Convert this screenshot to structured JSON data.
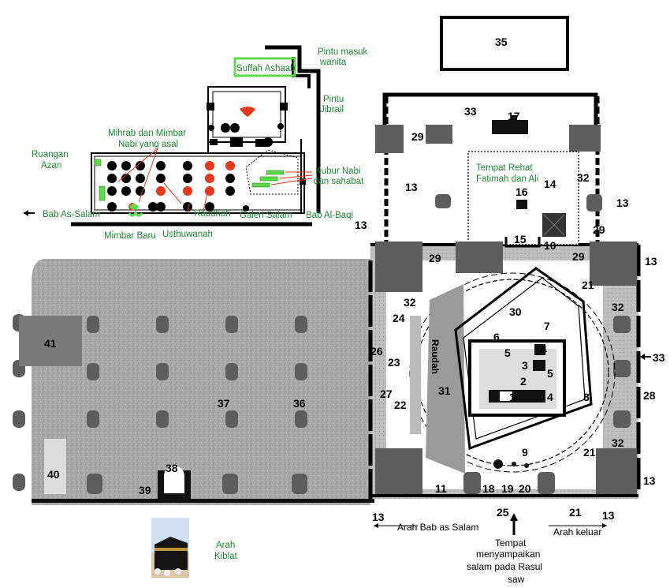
{
  "labels": {
    "pintu_masuk_wanita": [
      "Pintu masuk",
      "wanita"
    ],
    "suffah_ashaab": "Suffah Ashaab",
    "pintu_jibrail": [
      "Pintu",
      "Jibrail"
    ],
    "mihrab_mimbar": [
      "Mihrab dan Mimbar",
      "Nabi yang asal"
    ],
    "ruangan_azan": [
      "Ruangan",
      "Azan"
    ],
    "kubur_nabi": [
      "Kubur Nabi",
      "dan sahabat"
    ],
    "bab_as_salam": "Bab As-Salam",
    "raudhah": "Raudhah",
    "galeri_salam": "Galeri Salam",
    "bab_al_baqi": "Bab Al-Baqi",
    "mimbar_baru": "Mimbar Baru",
    "usthuwanah": "Usthuwanah",
    "tempat_rehat": [
      "Tempat Rehat",
      "Fatimah dan Ali"
    ],
    "raudah_vertical": "Raudah",
    "arah_kiblat": [
      "Arah",
      "Kiblat"
    ],
    "arah_bab_as_salam": "Arah Bab as Salam",
    "arah_keluar": "Arah keluar",
    "tempat_menyampaikan": [
      "Tempat",
      "menyampaikan",
      "salam pada Rasul",
      "saw"
    ]
  },
  "numbers": {
    "n35": "35",
    "n33a": "33",
    "n17": "17",
    "n29a": "29",
    "n32a": "32",
    "n13a": "13",
    "n14": "14",
    "n16": "16",
    "n13b": "13",
    "n13c": "13",
    "n29b": "29",
    "n15": "15",
    "n10": "10",
    "n29c": "29",
    "n29d": "29",
    "n13d": "13",
    "n21a": "21",
    "n32b": "32",
    "n24": "24",
    "n30": "30",
    "n7": "7",
    "n6": "6",
    "n5a": "5",
    "n4a": "4",
    "n3": "3",
    "n2": "2",
    "n5b": "5",
    "n1": "1",
    "n4b": "4",
    "n8": "8",
    "n26": "26",
    "n23": "23",
    "n33b": "33",
    "n31": "31",
    "n27": "27",
    "n22": "22",
    "n28": "28",
    "n32c": "32",
    "n9": "9",
    "n21b": "21",
    "n41": "41",
    "n37": "37",
    "n36": "36",
    "n40": "40",
    "n38": "38",
    "n39": "39",
    "n11": "11",
    "n18": "18",
    "n19": "19",
    "n20": "20",
    "n13e": "13",
    "n25": "25",
    "n21c": "21",
    "n13f": "13",
    "n13g": "13"
  },
  "colors": {
    "green_text": "#1f8a3a",
    "green_marker": "#5cd84a",
    "red_marker": "#e3381b",
    "pillar": "#5d5d5d",
    "floor": "#a7a7a7"
  }
}
